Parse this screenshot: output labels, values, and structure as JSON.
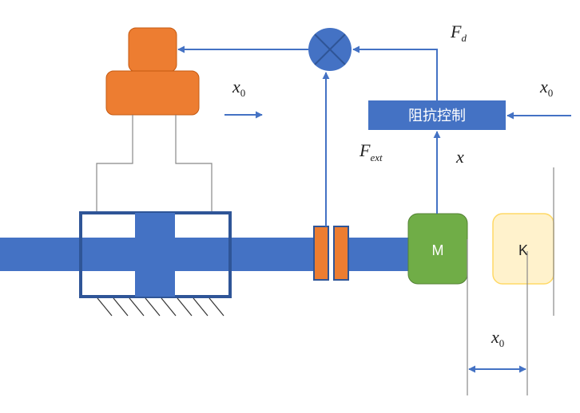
{
  "colors": {
    "blue": "#4472c4",
    "dark_blue": "#2f5597",
    "orange": "#ed7d31",
    "orange_stroke": "#c55a11",
    "green": "#70ad47",
    "green_stroke": "#548235",
    "pale_yellow": "#fff2cc",
    "yellow_stroke": "#ffd966",
    "gray_line": "#888888",
    "arrow": "#4472c4"
  },
  "labels": {
    "controller": "阻抗控制",
    "mass": "M",
    "stiffness": "K",
    "fd_main": "F",
    "fd_sub": "d",
    "fext_main": "F",
    "fext_sub": "ext",
    "x": "x",
    "x0_main": "x",
    "x0_sub": "0"
  },
  "icons": {
    "summing_junction": "summing-junction-x-icon",
    "ground": "ground-hatch-icon"
  }
}
